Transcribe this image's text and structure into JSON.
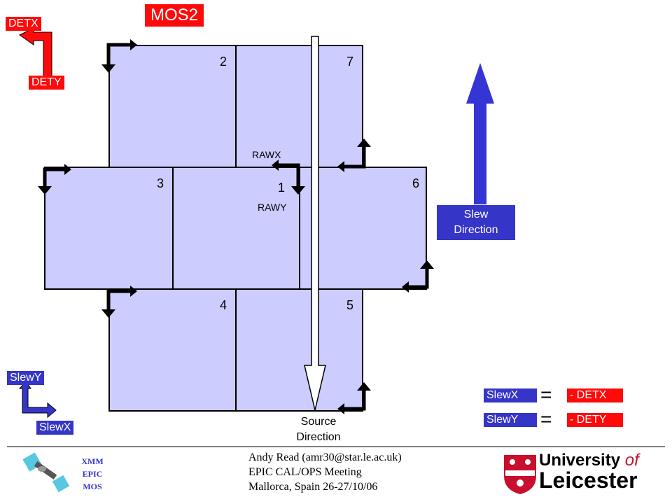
{
  "title": "MOS2",
  "chips": [
    {
      "label": "2"
    },
    {
      "label": "7"
    },
    {
      "label": "3"
    },
    {
      "label": "1"
    },
    {
      "label": "6"
    },
    {
      "label": "4"
    },
    {
      "label": "5"
    }
  ],
  "labels": {
    "detx": "DETX",
    "dety": "DETY",
    "rawx": "RAWX",
    "rawy": "RAWY",
    "slewy": "SlewY",
    "slewx": "SlewX",
    "slew_direction_line1": "Slew",
    "slew_direction_line2": "Direction",
    "source_direction_line1": "Source",
    "source_direction_line2": "Direction"
  },
  "equations": [
    {
      "left": "SlewX",
      "eq": "=",
      "right": "- DETX"
    },
    {
      "left": "SlewY",
      "eq": "=",
      "right": "- DETY"
    }
  ],
  "footer": {
    "logo_lines": [
      "XMM",
      "EPIC",
      "MOS"
    ],
    "author_lines": [
      "Andy Read (amr30@star.le.ac.uk)",
      "EPIC CAL/OPS Meeting",
      "Mallorca, Spain 26-27/10/06"
    ],
    "university_line1": "University",
    "university_of": "of",
    "university_line2": "Leicester"
  },
  "colors": {
    "chip_fill": "#ccccff",
    "red": "#ff0a0a",
    "blue": "#3535c8",
    "arrow_blue": "#3535d6"
  }
}
